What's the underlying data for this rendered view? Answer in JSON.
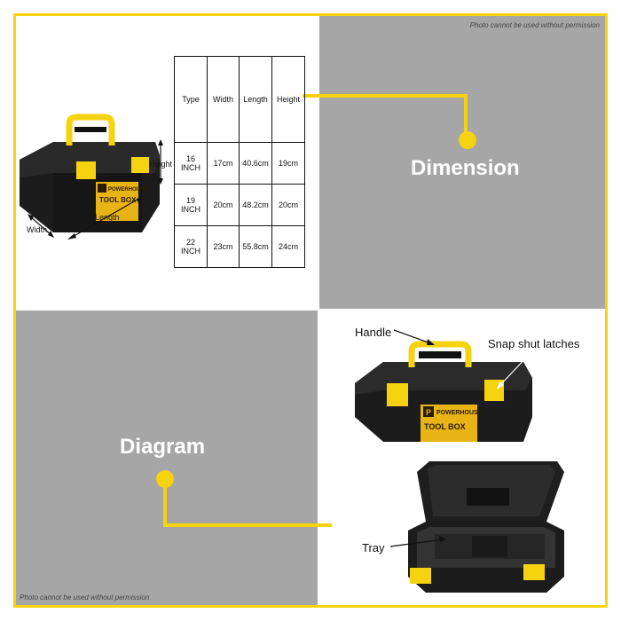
{
  "notices": {
    "top": "Photo cannot be used without permission",
    "bottom": "Photo cannot be used without permission"
  },
  "sections": {
    "dimension": "Dimension",
    "diagram": "Diagram"
  },
  "dimension_table": {
    "headers": [
      "Type",
      "Width",
      "Length",
      "Height"
    ],
    "rows": [
      [
        "16 INCH",
        "17cm",
        "40.6cm",
        "19cm"
      ],
      [
        "19 INCH",
        "20cm",
        "48.2cm",
        "20cm"
      ],
      [
        "22 INCH",
        "23cm",
        "55.8cm",
        "24cm"
      ]
    ]
  },
  "toolbox_dimensions": {
    "height": "Height",
    "length": "Length",
    "width": "Width"
  },
  "product_branding": {
    "brand": "POWERHOUSE",
    "label": "TOOL BOX",
    "logo_letter": "P"
  },
  "diagram_callouts": {
    "handle": "Handle",
    "latches": "Snap shut latches",
    "tray": "Tray"
  },
  "colors": {
    "accent_yellow": "#f5d30f",
    "panel_gray": "#a6a6a6",
    "toolbox_black": "#1c1c1c"
  }
}
